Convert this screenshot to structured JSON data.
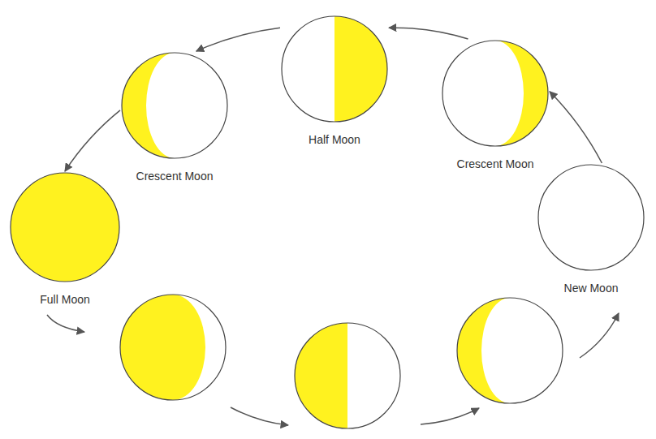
{
  "diagram": {
    "nodes": [
      {
        "text": [
          "Crescent Moon"
        ]
      },
      {
        "text": [
          "Half Moon"
        ]
      },
      {
        "text": [
          "Crescent Moon"
        ]
      },
      {
        "text": [
          "Full Moon"
        ]
      },
      {
        "text": [
          "New Moon"
        ]
      }
    ],
    "edges": [
      {
        "from": 2,
        "to": 1,
        "arrow": "to"
      },
      {
        "from": 1,
        "to": 0,
        "arrow": "to"
      },
      {
        "from": 0,
        "to": 3,
        "arrow": "to"
      },
      {
        "from": 4,
        "to": 2,
        "arrow": "to"
      }
    ]
  }
}
